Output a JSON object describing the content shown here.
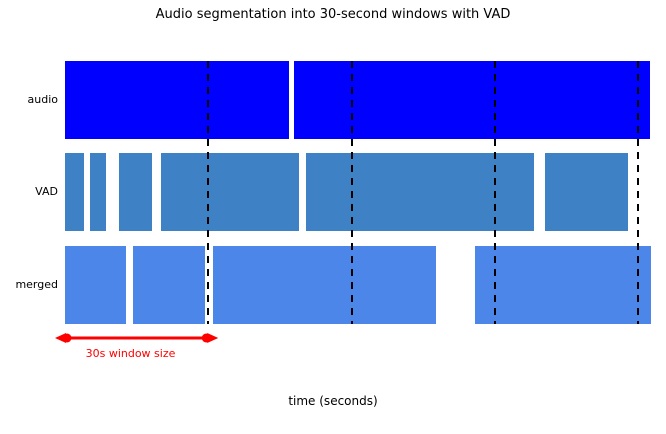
{
  "figure": {
    "title": "Audio segmentation into 30-second windows with VAD",
    "xlabel": "time (seconds)",
    "background": "#ffffff",
    "text_color": "#000000"
  },
  "annotation": {
    "label": "30s window size",
    "color": "#ff0000",
    "from_s": 0,
    "to_s": 30
  },
  "chart_data": {
    "type": "bar",
    "subtype": "broken-horizontal-timeline",
    "title": "Audio segmentation into 30-second windows with VAD",
    "xlabel": "time (seconds)",
    "x_unit": "seconds",
    "x_range_s": [
      0,
      123
    ],
    "grid": "off",
    "legend": "none",
    "window_size_s": 30,
    "window_boundaries_s": [
      30,
      60,
      90,
      120
    ],
    "window_boundary_style": "black dashed vertical lines spanning all rows",
    "series": [
      {
        "label": "audio",
        "color": "#0000ff",
        "segments_s": [
          [
            0,
            47.0
          ],
          [
            48.0,
            122.5
          ]
        ]
      },
      {
        "label": "VAD",
        "color": "#3e81c4",
        "segments_s": [
          [
            0,
            4.0
          ],
          [
            5.3,
            8.7
          ],
          [
            11.2,
            18.3
          ],
          [
            20.0,
            49.0
          ],
          [
            50.5,
            98.3
          ],
          [
            100.5,
            118.0
          ]
        ]
      },
      {
        "label": "merged",
        "color": "#4c86e8",
        "segments_s": [
          [
            0,
            12.7
          ],
          [
            14.2,
            29.3
          ],
          [
            31.0,
            77.6
          ],
          [
            85.8,
            122.7
          ]
        ]
      }
    ]
  }
}
